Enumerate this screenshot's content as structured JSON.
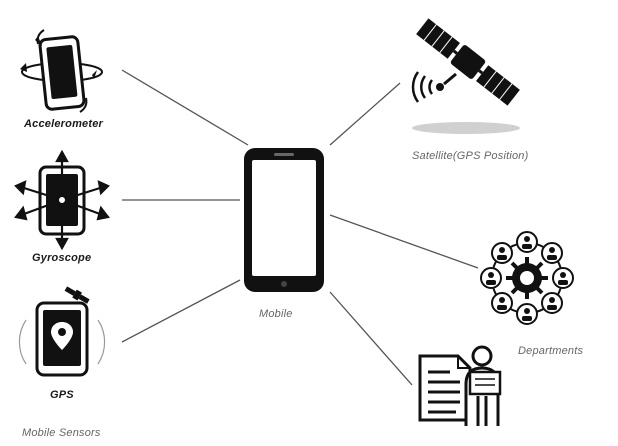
{
  "labels": {
    "accelerometer": "Accelerometer",
    "gyroscope": "Gyroscope",
    "gps": "GPS",
    "mobile_sensors": "Mobile Sensors",
    "mobile": "Mobile",
    "satellite": "Satellite(GPS Position)",
    "departments": "Departments"
  },
  "icons": {
    "accelerometer": "phone-rotation-icon",
    "gyroscope": "phone-axes-icon",
    "gps": "phone-location-pin-icon",
    "mobile": "smartphone-icon",
    "satellite": "satellite-icon",
    "departments": "people-network-gear-icon",
    "document": "document-person-icon"
  },
  "colors": {
    "ink": "#111111",
    "connector": "#555555",
    "label_muted": "#666666"
  }
}
